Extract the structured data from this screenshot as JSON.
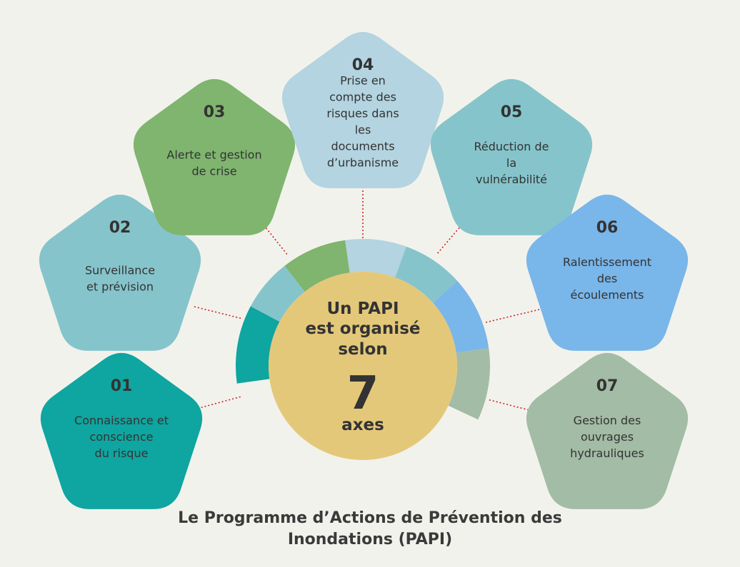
{
  "center": {
    "line1": "Un PAPI",
    "line2": "est organisé",
    "line3": "selon",
    "number": "7",
    "unit": "axes",
    "color": "#e4c87a"
  },
  "axes": [
    {
      "num": "01",
      "lines": [
        "Connaissance et",
        "conscience",
        "du risque"
      ],
      "color": "#0fa5a0"
    },
    {
      "num": "02",
      "lines": [
        "Surveillance",
        "et prévision"
      ],
      "color": "#86c4cb"
    },
    {
      "num": "03",
      "lines": [
        "Alerte et gestion",
        "de crise"
      ],
      "color": "#7fb56e"
    },
    {
      "num": "04",
      "lines": [
        "Prise en",
        "compte des",
        "risques dans",
        "les",
        "documents",
        "d’urbanisme"
      ],
      "color": "#b3d4e0"
    },
    {
      "num": "05",
      "lines": [
        "Réduction de",
        "la",
        "vulnérabilité"
      ],
      "color": "#86c4cb"
    },
    {
      "num": "06",
      "lines": [
        "Ralentissement",
        "des",
        "écoulements"
      ],
      "color": "#79b6ea"
    },
    {
      "num": "07",
      "lines": [
        "Gestion des",
        "ouvrages",
        "hydrauliques"
      ],
      "color": "#a3bca5"
    }
  ],
  "footer": {
    "line1": "Le Programme d’Actions de Prévention des",
    "line2": "Inondations (PAPI)"
  },
  "connector_color": "#cc2222"
}
